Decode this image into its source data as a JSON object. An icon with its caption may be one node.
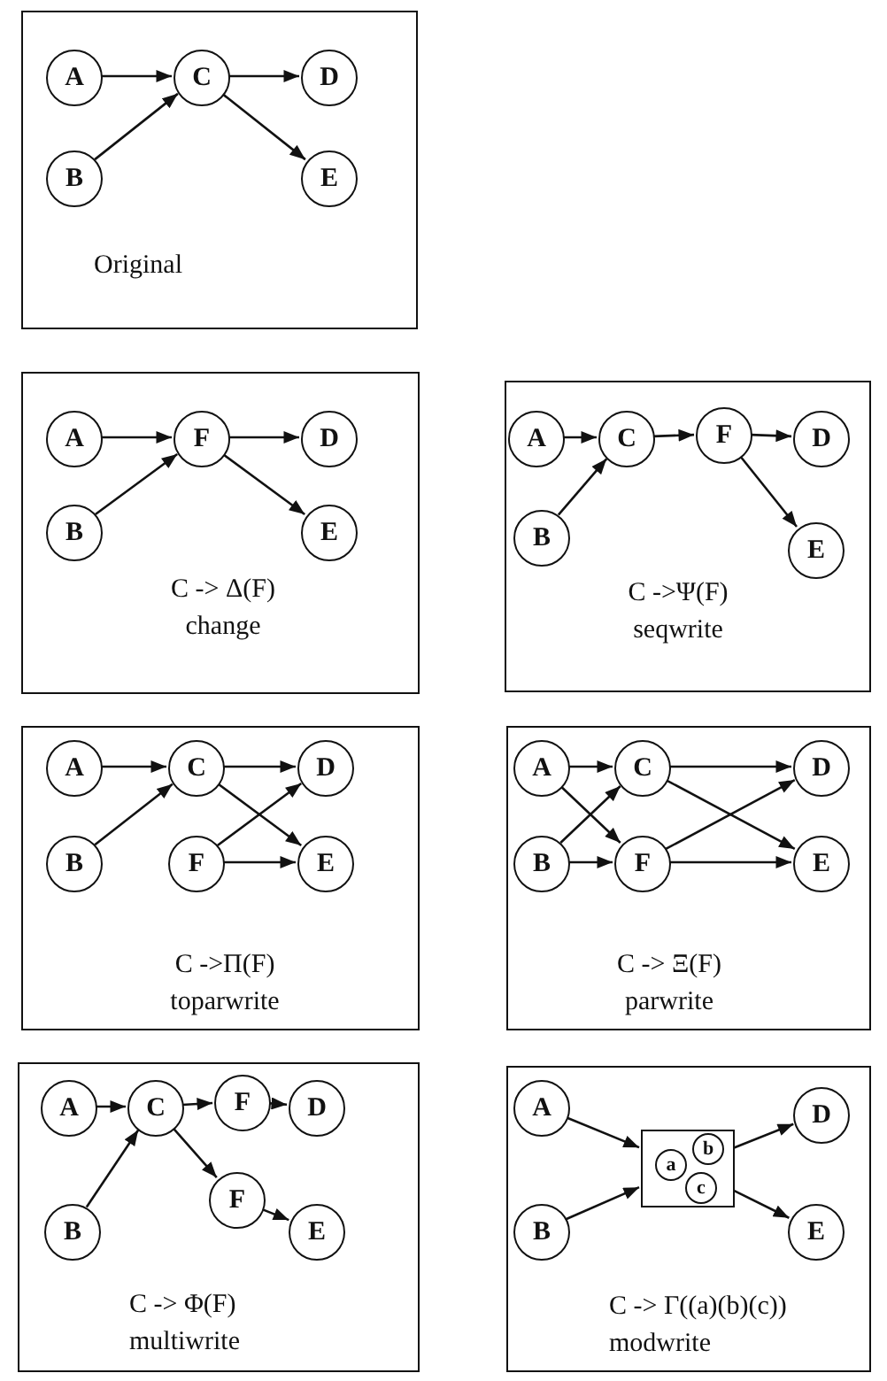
{
  "diagram": {
    "nodes": [
      {
        "text": [
          "Original"
        ]
      },
      {
        "text": [
          "A"
        ],
        "in": 0
      },
      {
        "text": [
          "C"
        ],
        "in": 0
      },
      {
        "text": [
          "D"
        ],
        "in": 0
      },
      {
        "text": [
          "B"
        ],
        "in": 0
      },
      {
        "text": [
          "E"
        ],
        "in": 0
      },
      {
        "text": [
          "C -> Δ(F)",
          "change"
        ]
      },
      {
        "text": [
          "A"
        ],
        "in": 6
      },
      {
        "text": [
          "F"
        ],
        "in": 6
      },
      {
        "text": [
          "D"
        ],
        "in": 6
      },
      {
        "text": [
          "B"
        ],
        "in": 6
      },
      {
        "text": [
          "E"
        ],
        "in": 6
      },
      {
        "text": [
          "C ->Ψ(F)",
          "seqwrite"
        ]
      },
      {
        "text": [
          "A"
        ],
        "in": 12
      },
      {
        "text": [
          "C"
        ],
        "in": 12
      },
      {
        "text": [
          "F"
        ],
        "in": 12
      },
      {
        "text": [
          "D"
        ],
        "in": 12
      },
      {
        "text": [
          "B"
        ],
        "in": 12
      },
      {
        "text": [
          "E"
        ],
        "in": 12
      },
      {
        "text": [
          "C ->Π(F)",
          "toparwrite"
        ]
      },
      {
        "text": [
          "A"
        ],
        "in": 19
      },
      {
        "text": [
          "C"
        ],
        "in": 19
      },
      {
        "text": [
          "D"
        ],
        "in": 19
      },
      {
        "text": [
          "B"
        ],
        "in": 19
      },
      {
        "text": [
          "F"
        ],
        "in": 19
      },
      {
        "text": [
          "E"
        ],
        "in": 19
      },
      {
        "text": [
          "C -> Ξ(F)",
          "parwrite"
        ]
      },
      {
        "text": [
          "A"
        ],
        "in": 26
      },
      {
        "text": [
          "C"
        ],
        "in": 26
      },
      {
        "text": [
          "D"
        ],
        "in": 26
      },
      {
        "text": [
          "B"
        ],
        "in": 26
      },
      {
        "text": [
          "F"
        ],
        "in": 26
      },
      {
        "text": [
          "E"
        ],
        "in": 26
      },
      {
        "text": [
          "C -> Φ(F)",
          "multiwrite"
        ]
      },
      {
        "text": [
          "A"
        ],
        "in": 33
      },
      {
        "text": [
          "C"
        ],
        "in": 33
      },
      {
        "text": [
          "F"
        ],
        "in": 33
      },
      {
        "text": [
          "D"
        ],
        "in": 33
      },
      {
        "text": [
          "F"
        ],
        "in": 33
      },
      {
        "text": [
          "B"
        ],
        "in": 33
      },
      {
        "text": [
          "E"
        ],
        "in": 33
      },
      {
        "text": [
          "C -> Γ((a)(b)(c))",
          "modwrite"
        ]
      },
      {
        "text": [
          "A"
        ],
        "in": 41
      },
      {
        "text": [],
        "shape": "box",
        "in": 41
      },
      {
        "text": [
          "a"
        ],
        "in": 43
      },
      {
        "text": [
          "b"
        ],
        "in": 43
      },
      {
        "text": [
          "c"
        ],
        "in": 43
      },
      {
        "text": [
          "D"
        ],
        "in": 41
      },
      {
        "text": [
          "B"
        ],
        "in": 41
      },
      {
        "text": [
          "E"
        ],
        "in": 41
      }
    ],
    "edges": [
      {
        "from": 1,
        "to": 2,
        "arrow": "to"
      },
      {
        "from": 4,
        "to": 2,
        "arrow": "to"
      },
      {
        "from": 2,
        "to": 3,
        "arrow": "to"
      },
      {
        "from": 2,
        "to": 5,
        "arrow": "to"
      },
      {
        "from": 7,
        "to": 8,
        "arrow": "to"
      },
      {
        "from": 10,
        "to": 8,
        "arrow": "to"
      },
      {
        "from": 8,
        "to": 9,
        "arrow": "to"
      },
      {
        "from": 8,
        "to": 11,
        "arrow": "to"
      },
      {
        "from": 13,
        "to": 14,
        "arrow": "to"
      },
      {
        "from": 17,
        "to": 14,
        "arrow": "to"
      },
      {
        "from": 14,
        "to": 15,
        "arrow": "to"
      },
      {
        "from": 15,
        "to": 16,
        "arrow": "to"
      },
      {
        "from": 15,
        "to": 18,
        "arrow": "to"
      },
      {
        "from": 20,
        "to": 21,
        "arrow": "to"
      },
      {
        "from": 23,
        "to": 21,
        "arrow": "to"
      },
      {
        "from": 21,
        "to": 22,
        "arrow": "to"
      },
      {
        "from": 21,
        "to": 25,
        "arrow": "to"
      },
      {
        "from": 24,
        "to": 22,
        "arrow": "to"
      },
      {
        "from": 24,
        "to": 25,
        "arrow": "to"
      },
      {
        "from": 27,
        "to": 28,
        "arrow": "to"
      },
      {
        "from": 27,
        "to": 31,
        "arrow": "to"
      },
      {
        "from": 30,
        "to": 28,
        "arrow": "to"
      },
      {
        "from": 30,
        "to": 31,
        "arrow": "to"
      },
      {
        "from": 28,
        "to": 29,
        "arrow": "to"
      },
      {
        "from": 28,
        "to": 32,
        "arrow": "to"
      },
      {
        "from": 31,
        "to": 29,
        "arrow": "to"
      },
      {
        "from": 31,
        "to": 32,
        "arrow": "to"
      },
      {
        "from": 34,
        "to": 35,
        "arrow": "to"
      },
      {
        "from": 39,
        "to": 35,
        "arrow": "to"
      },
      {
        "from": 35,
        "to": 36,
        "arrow": "to"
      },
      {
        "from": 35,
        "to": 38,
        "arrow": "to"
      },
      {
        "from": 36,
        "to": 37,
        "arrow": "to"
      },
      {
        "from": 38,
        "to": 40,
        "arrow": "to"
      },
      {
        "from": 42,
        "to": 43,
        "arrow": "to"
      },
      {
        "from": 48,
        "to": 43,
        "arrow": "to"
      },
      {
        "from": 43,
        "to": 47,
        "arrow": "to"
      },
      {
        "from": 43,
        "to": 49,
        "arrow": "to"
      }
    ]
  }
}
